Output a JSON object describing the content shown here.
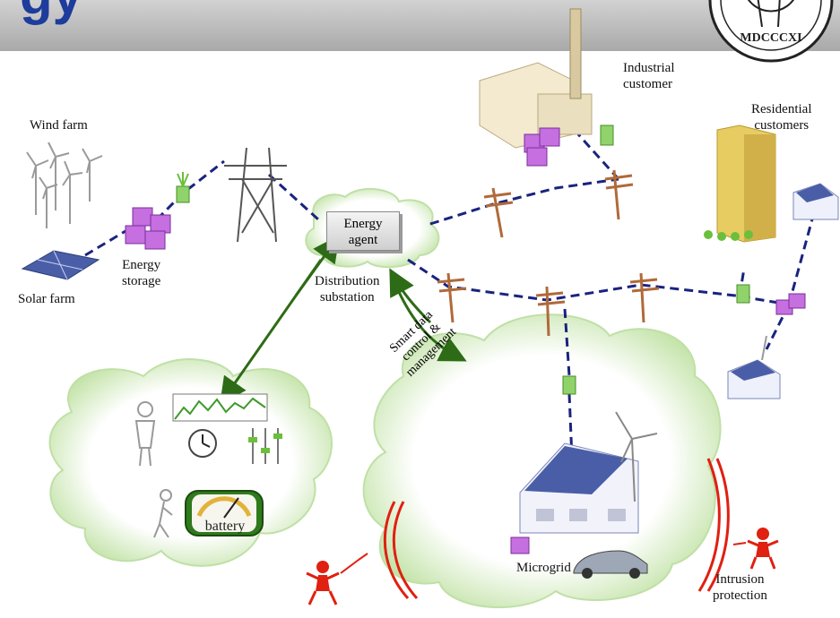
{
  "header": {
    "title": "gy",
    "seal_text": "MDCCCXI"
  },
  "labels": {
    "wind_farm": "Wind farm",
    "solar_farm": "Solar farm",
    "energy_storage": [
      "Energy",
      "storage"
    ],
    "industrial_customer": [
      "Industrial",
      "customer"
    ],
    "residential_customers": [
      "Residential",
      "customers"
    ],
    "energy_agent": [
      "Energy",
      "agent"
    ],
    "distribution_substation": [
      "Distribution",
      "substation"
    ],
    "smart_data": [
      "Smart data",
      "control &",
      "management"
    ],
    "battery": "battery",
    "microgrid": "Microgrid",
    "intrusion_protection": [
      "Intrusion",
      "protection"
    ]
  },
  "colors": {
    "grid_line": "#1a237e",
    "control_arrow": "#2e6b16",
    "cloud_fill": "#eef3e6",
    "cloud_edge": "#8fc66a",
    "storage_box": "#c56fe0",
    "intruder": "#e02010",
    "header_title": "#1d3c9c"
  }
}
